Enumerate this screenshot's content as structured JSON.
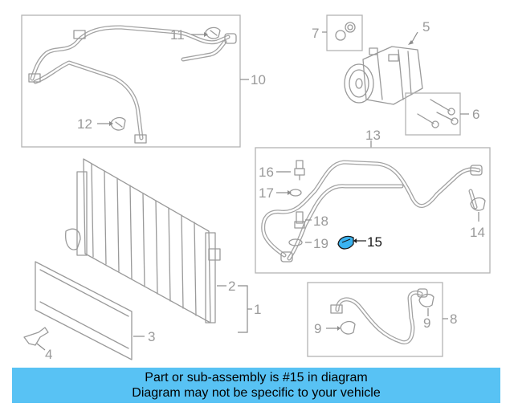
{
  "diagram": {
    "callouts": [
      "1",
      "2",
      "3",
      "4",
      "5",
      "6",
      "7",
      "8",
      "9",
      "9",
      "10",
      "11",
      "12",
      "13",
      "14",
      "15",
      "16",
      "17",
      "18",
      "19"
    ],
    "highlighted_part": "15",
    "highlight_color": "#3ab3f0"
  },
  "banner": {
    "line1": "Part or sub-assembly is #15 in diagram",
    "line2": "Diagram may not be specific to your vehicle",
    "background": "#58c2f4"
  }
}
